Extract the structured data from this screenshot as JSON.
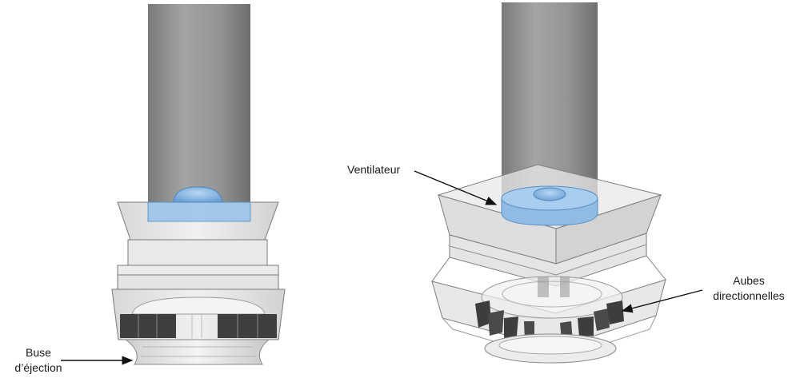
{
  "figure": {
    "labels": {
      "nozzle": [
        "Buse",
        "d’éjection"
      ],
      "fan": "Ventilateur",
      "vanes": [
        "Aubes",
        "directionnelles"
      ]
    },
    "colors": {
      "tube": "#8f8f8f",
      "housing": "#e6e6e6",
      "housing_edge": "#7a7a7a",
      "fan_blue": "#9cc4ea",
      "fan_blue_edge": "#5a8fc4",
      "vane_dark": "#3d3d3d",
      "arrow": "#111111"
    }
  }
}
